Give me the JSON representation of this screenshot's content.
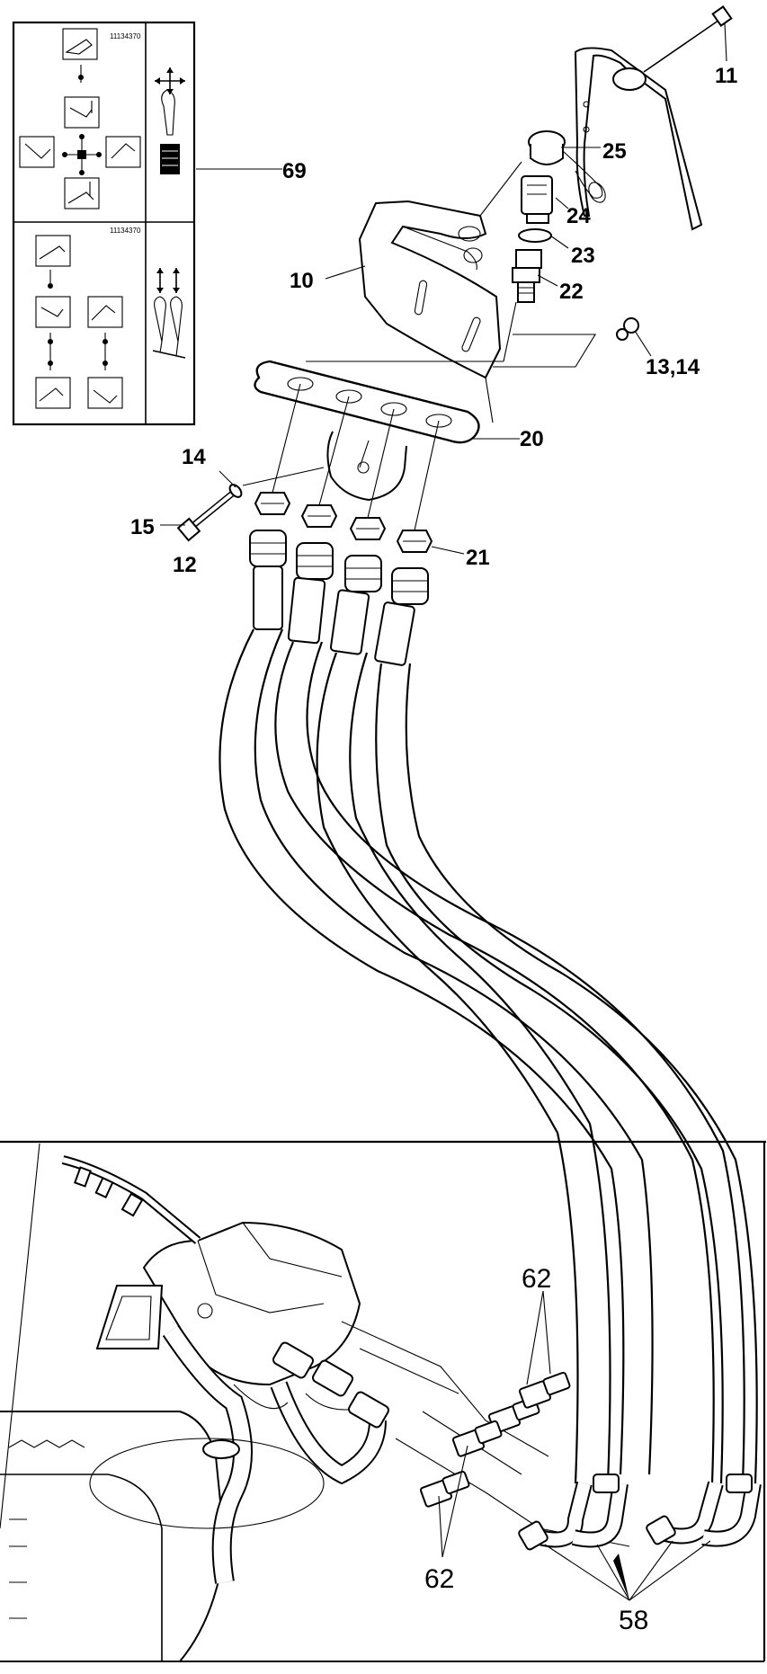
{
  "inset_labels": {
    "part_no_top": "11134370",
    "part_no_bottom": "11134370"
  },
  "callouts": {
    "c11": "11",
    "c25": "25",
    "c24": "24",
    "c23": "23",
    "c22": "22",
    "c69": "69",
    "c10": "10",
    "c13_14": "13,14",
    "c20": "20",
    "c14": "14",
    "c15": "15",
    "c12": "12",
    "c21": "21",
    "c62_top": "62",
    "c62_bottom": "62",
    "c58": "58"
  },
  "icons": {
    "joystick": "joystick-lever-icon",
    "quad_arrow": "four-way-arrow-icon",
    "twin_arrows": "twin-double-arrow-icon",
    "twin_levers": "twin-lever-icon"
  }
}
